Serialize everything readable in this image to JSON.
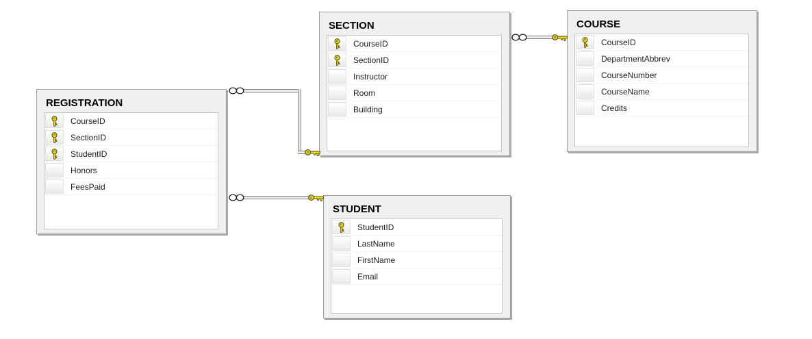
{
  "diagram_type": "database-diagram",
  "colors": {
    "canvas_bg": "#ffffff",
    "table_bg": "#f0f0f0",
    "table_border": "#9c9c9c",
    "grid_border": "#c5c5c5",
    "title_color": "#000000",
    "row_text": "#1c1c1c",
    "key_yellow": "#f5e422",
    "connector_gray": "#7e7e7e"
  },
  "icons": {
    "primary_key": "key-icon",
    "many_end": "infinity-icon",
    "one_end": "key-icon"
  },
  "tables": [
    {
      "name": "REGISTRATION",
      "columns": [
        {
          "name": "CourseID",
          "primary_key": true
        },
        {
          "name": "SectionID",
          "primary_key": true
        },
        {
          "name": "StudentID",
          "primary_key": true
        },
        {
          "name": "Honors",
          "primary_key": false
        },
        {
          "name": "FeesPaid",
          "primary_key": false
        }
      ]
    },
    {
      "name": "SECTION",
      "columns": [
        {
          "name": "CourseID",
          "primary_key": true
        },
        {
          "name": "SectionID",
          "primary_key": true
        },
        {
          "name": "Instructor",
          "primary_key": false
        },
        {
          "name": "Room",
          "primary_key": false
        },
        {
          "name": "Building",
          "primary_key": false
        }
      ]
    },
    {
      "name": "COURSE",
      "columns": [
        {
          "name": "CourseID",
          "primary_key": true
        },
        {
          "name": "DepartmentAbbrev",
          "primary_key": false
        },
        {
          "name": "CourseNumber",
          "primary_key": false
        },
        {
          "name": "CourseName",
          "primary_key": false
        },
        {
          "name": "Credits",
          "primary_key": false
        }
      ]
    },
    {
      "name": "STUDENT",
      "columns": [
        {
          "name": "StudentID",
          "primary_key": true
        },
        {
          "name": "LastName",
          "primary_key": false
        },
        {
          "name": "FirstName",
          "primary_key": false
        },
        {
          "name": "Email",
          "primary_key": false
        }
      ]
    }
  ],
  "relationships": [
    {
      "one_side": "COURSE",
      "many_side": "SECTION"
    },
    {
      "one_side": "SECTION",
      "many_side": "REGISTRATION"
    },
    {
      "one_side": "STUDENT",
      "many_side": "REGISTRATION"
    }
  ]
}
